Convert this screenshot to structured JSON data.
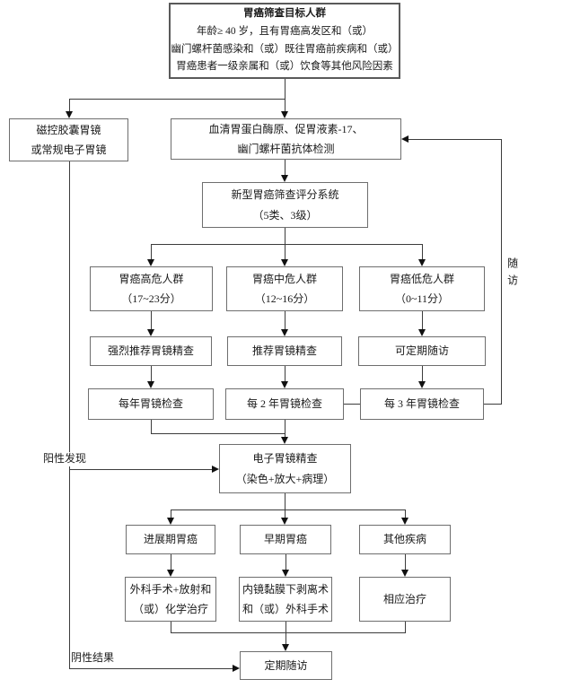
{
  "diagram": {
    "nodes": {
      "target": {
        "title": "胃癌筛查目标人群",
        "lines": [
          "年龄≥ 40 岁，且有胃癌高发区和（或）",
          "幽门螺杆菌感染和（或）既往胃癌前疾病和（或）",
          "胃癌患者一级亲属和（或）饮食等其他风险因素"
        ]
      },
      "capsule": {
        "lines": [
          "磁控胶囊胃镜",
          "或常规电子胃镜"
        ]
      },
      "serum": {
        "lines": [
          "血清胃蛋白酶原、促胃液素-17、",
          "幽门螺杆菌抗体检测"
        ]
      },
      "scoring": {
        "lines": [
          "新型胃癌筛查评分系统",
          "（5类、3级）"
        ]
      },
      "high_risk": {
        "lines": [
          "胃癌高危人群",
          "（17~23分）"
        ]
      },
      "mid_risk": {
        "lines": [
          "胃癌中危人群",
          "（12~16分）"
        ]
      },
      "low_risk": {
        "lines": [
          "胃癌低危人群",
          "（0~11分）"
        ]
      },
      "strong_rec": {
        "lines": [
          "强烈推荐胃镜精查"
        ]
      },
      "rec": {
        "lines": [
          "推荐胃镜精查"
        ]
      },
      "periodic": {
        "lines": [
          "可定期随访"
        ]
      },
      "yearly": {
        "lines": [
          "每年胃镜检查"
        ]
      },
      "every2": {
        "lines": [
          "每 2 年胃镜检查"
        ]
      },
      "every3": {
        "lines": [
          "每 3 年胃镜检查"
        ]
      },
      "endoscopy": {
        "lines": [
          "电子胃镜精查",
          "（染色+放大+病理）"
        ]
      },
      "advanced": {
        "lines": [
          "进展期胃癌"
        ]
      },
      "early": {
        "lines": [
          "早期胃癌"
        ]
      },
      "other": {
        "lines": [
          "其他疾病"
        ]
      },
      "surgery": {
        "lines": [
          "外科手术+放射和",
          "（或）化学治疗"
        ]
      },
      "esd": {
        "lines": [
          "内镜黏膜下剥离术",
          "和（或）外科手术"
        ]
      },
      "treat": {
        "lines": [
          "相应治疗"
        ]
      },
      "regular": {
        "lines": [
          "定期随访"
        ]
      }
    },
    "labels": {
      "positive": "阳性发现",
      "negative": "阴性结果",
      "followup": "随访"
    },
    "colors": {
      "line": "#3c3c3c",
      "box_border": "#6e6e6e",
      "text": "#1a1a1a",
      "background": "#ffffff"
    }
  }
}
